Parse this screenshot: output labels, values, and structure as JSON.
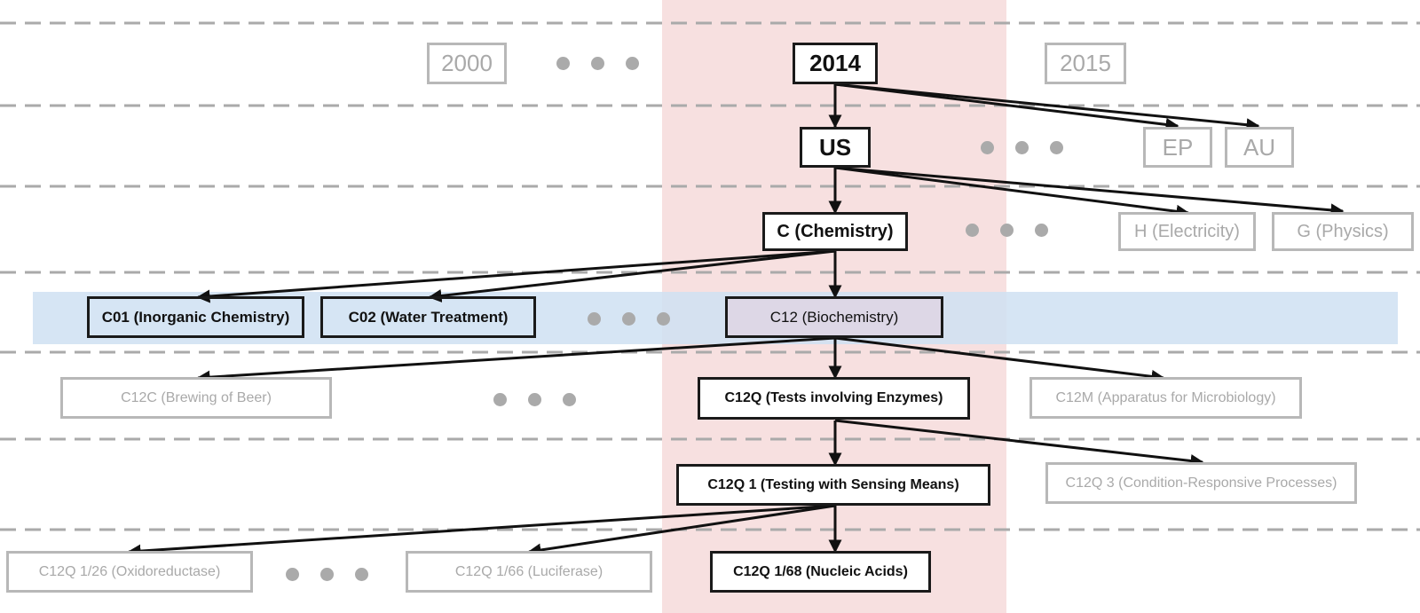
{
  "colors": {
    "highlight_column": "#f7e0e0",
    "highlight_band": "#cfe1f2",
    "active_border": "#1a1a1a",
    "muted_border": "#b8b8b8",
    "muted_text": "#a9a9a9",
    "dashed_line": "#aaaaaa",
    "arrow": "#111111"
  },
  "levels": {
    "year": {
      "selected": "2014",
      "left": "2000",
      "right": "2015"
    },
    "country": {
      "selected": "US",
      "others": [
        "EP",
        "AU"
      ]
    },
    "section": {
      "selected": "C (Chemistry)",
      "others": [
        "H (Electricity)",
        "G (Physics)"
      ]
    },
    "class": {
      "items": [
        "C01 (Inorganic Chemistry)",
        "C02 (Water Treatment)",
        "C12 (Biochemistry)"
      ]
    },
    "subclass": {
      "selected": "C12Q (Tests involving Enzymes)",
      "others": [
        "C12C (Brewing of Beer)",
        "C12M (Apparatus for Microbiology)"
      ]
    },
    "group": {
      "selected": "C12Q 1 (Testing with Sensing Means)",
      "others": [
        "C12Q 3 (Condition-Responsive Processes)"
      ]
    },
    "subgroup": {
      "selected": "C12Q 1/68 (Nucleic Acids)",
      "others": [
        "C12Q 1/26 (Oxidoreductase)",
        "C12Q 1/66 (Luciferase)"
      ]
    }
  }
}
